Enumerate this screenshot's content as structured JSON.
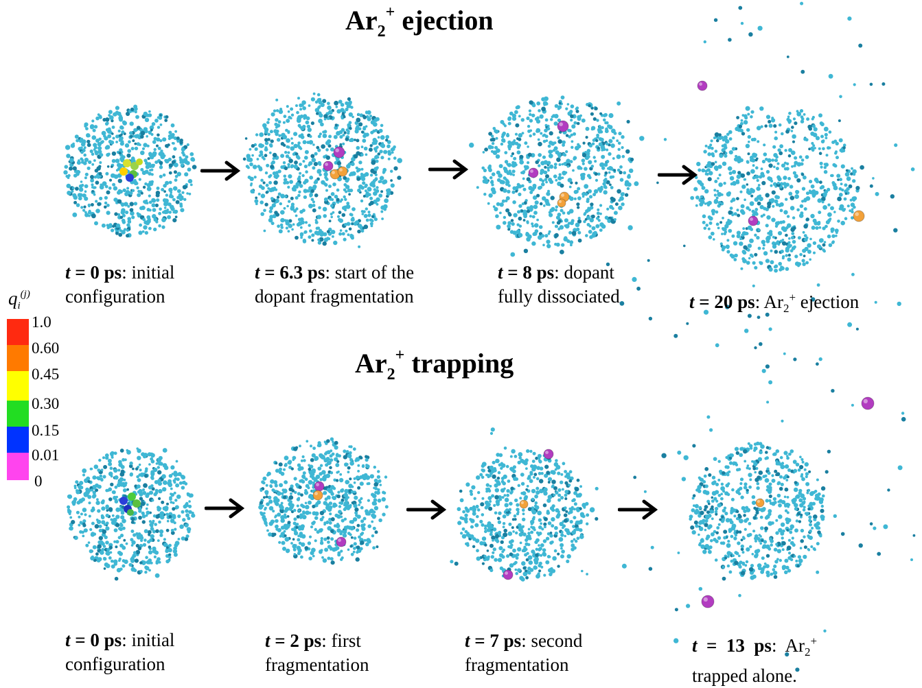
{
  "rows": [
    {
      "title": {
        "base": "Ar",
        "sub": "2",
        "sup": "+",
        "rest": " ejection"
      },
      "captions": [
        {
          "line1_t": "t",
          "line1_eq": " = 0 ",
          "line1_unit": "ps",
          "line1_rest": ": initial",
          "line2": "configuration"
        },
        {
          "line1_t": "t",
          "line1_eq": " = 6.3 ",
          "line1_unit": "ps",
          "line1_rest": ": start of the",
          "line2": "dopant fragmentation"
        },
        {
          "line1_t": "t",
          "line1_eq": " = 8 ",
          "line1_unit": "ps",
          "line1_rest": ": dopant",
          "line2": "fully dissociated"
        },
        {
          "line1_t": "t",
          "line1_eq": " = 20 ",
          "line1_unit": "ps",
          "line1_rest": ": Ar",
          "sub": "2",
          "sup": "+",
          "tail": " ejection",
          "line2": ""
        }
      ]
    },
    {
      "title": {
        "base": "Ar",
        "sub": "2",
        "sup": "+",
        "rest": " trapping"
      },
      "captions": [
        {
          "line1_t": "t",
          "line1_eq": " = 0 ",
          "line1_unit": "ps",
          "line1_rest": ": initial",
          "line2": "configuration"
        },
        {
          "line1_t": "t",
          "line1_eq": " = 2 ",
          "line1_unit": "ps",
          "line1_rest": ": first",
          "line2": "fragmentation"
        },
        {
          "line1_t": "t",
          "line1_eq": " = 7 ",
          "line1_unit": "ps",
          "line1_rest": ": second",
          "line2": "fragmentation"
        },
        {
          "line1_t": "t",
          "line1_eq": "  =  13  ",
          "line1_unit": "ps",
          "line1_rest": ":  Ar",
          "sub": "2",
          "sup": "+",
          "tail": "",
          "line2": "trapped alone."
        }
      ]
    }
  ],
  "colorbar": {
    "title_base": "q",
    "title_sub": "i",
    "title_sup": "(j)",
    "labels": [
      "1.0",
      "0.60",
      "0.45",
      "0.30",
      "0.15",
      "0.01",
      "0"
    ],
    "colors": [
      "#ff2a10",
      "#ff7a00",
      "#ffff00",
      "#22dd22",
      "#0033ff",
      "#ff44ee"
    ]
  },
  "colors": {
    "atom": "#3fb7d4",
    "atom_dark": "#1a7fa0",
    "ion_magenta": "#b23cc0",
    "ion_orange": "#f2a13a",
    "arrow": "#000000"
  },
  "icons": [
    "right-arrow-icon"
  ]
}
